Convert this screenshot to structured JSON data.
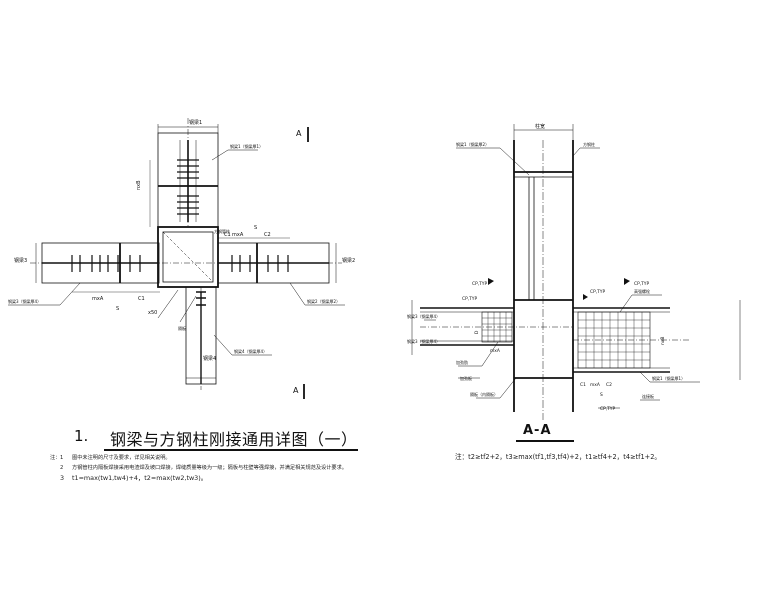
{
  "detail": {
    "number": "1.",
    "title": "钢梁与方钢柱刚接通用详图（一）"
  },
  "notes": {
    "head": "注：",
    "items": [
      {
        "idx": "1",
        "text": "图中未注明的尺寸及要求，详见相关说明。"
      },
      {
        "idx": "2",
        "text": "方钢管柱内隔板焊接采用电渣焊及坡口焊接，焊缝质量等级为一级；隔板与柱壁等强焊接，并满足相关规范及设计要求。"
      },
      {
        "idx": "3",
        "text": "t1=max(tw1,tw4)+4，t2=max(tw2,tw3)。"
      }
    ]
  },
  "section": {
    "title": "A-A",
    "formula": "注：t2≥tf2+2，t3≥max(tf1,tf3,tf4)+2，t1≥tf4+2，t4≥tf1+2。"
  },
  "plan_labels": {
    "section_mark_top": "A",
    "section_mark_bottom": "A",
    "col_top_label": "钢梁1",
    "col_bottom_label": "钢梁4",
    "beam_left_label": "钢梁3",
    "beam_right_label": "钢梁2",
    "leader_left": "钢梁3（钢梁厚4）",
    "leader_right": "钢梁2（钢梁厚2）",
    "leader_top": "钢梁1（钢梁厚1）",
    "leader_bottom": "钢梁4（钢梁厚4）",
    "leader_column": "方钢管柱",
    "leader_diaphragm": "隔板",
    "dim_a": "mxA",
    "dim_c1": "C1",
    "dim_c2": "C2",
    "dim_s": "S",
    "dim_x50": "x50",
    "dim_b": "nxB"
  },
  "section_labels": {
    "col_width": "柱宽",
    "leader_upper": "钢梁1（钢梁厚2）",
    "leader_column": "方钢柱",
    "leader_left_top": "钢梁3（钢梁厚4）",
    "leader_left_bottom": "钢梁3（钢梁厚4）",
    "leader_rib": "加劲肋",
    "leader_stiffener": "加劲板",
    "leader_diaphragm": "隔板（内隔板）",
    "leader_right": "钢梁1（钢梁厚1）",
    "leader_plate": "连接板",
    "leader_bolts": "高强螺栓",
    "cp_typ": "CP,TYP",
    "dim_a": "mxA",
    "dim_b": "nxB",
    "dim_c1": "C1",
    "dim_c2": "C2",
    "dim_s": "S",
    "dim_t": "t",
    "dim_d": "D"
  },
  "colors": {
    "line": "#111111",
    "centerline": "#333333"
  }
}
